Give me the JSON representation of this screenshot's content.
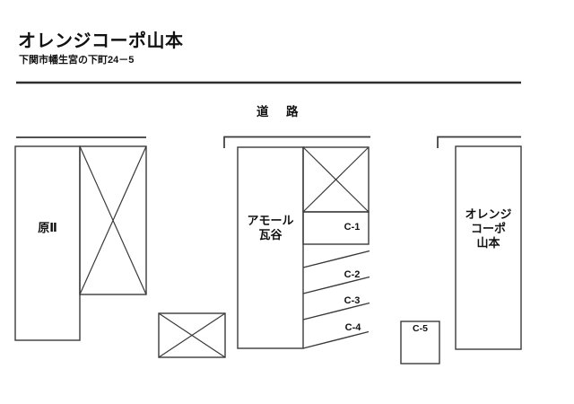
{
  "header": {
    "title": "オレンジコーポ山本",
    "address": "下関市幡生宮の下町24－5"
  },
  "road": {
    "label": "道　路"
  },
  "buildings": {
    "hara": {
      "label": "原Ⅱ"
    },
    "amor": {
      "line1": "アモール",
      "line2": "瓦谷"
    },
    "orange": {
      "line1": "オレンジ",
      "line2": "コーポ",
      "line3": "山本"
    }
  },
  "parking_spaces": {
    "c1": {
      "label": "C-1"
    },
    "c2": {
      "label": "C-2"
    },
    "c3": {
      "label": "C-3"
    },
    "c4": {
      "label": "C-4"
    },
    "c5": {
      "label": "C-5"
    }
  },
  "colors": {
    "line": "#3a3a3a",
    "header_rule": "#2e2e2e",
    "text": "#111111",
    "background": "#ffffff"
  }
}
